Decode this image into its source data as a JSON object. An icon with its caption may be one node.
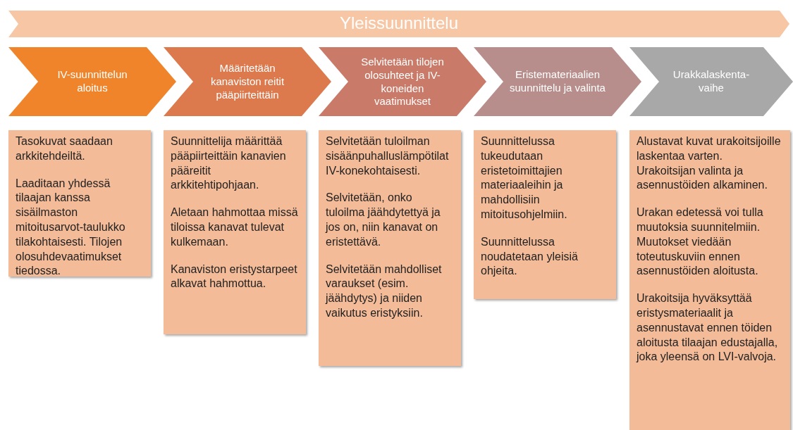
{
  "diagram": {
    "nodes": [
      {
        "text": [
          "Yleissuunnittelu"
        ]
      },
      {
        "text": [
          "IV-suunnittelun aloitus"
        ]
      },
      {
        "text": [
          "Määritetään kanaviston reitit pääpiirteittäin"
        ]
      },
      {
        "text": [
          "Selvitetään tilojen olosuhteet ja IV-koneiden vaatimukset"
        ]
      },
      {
        "text": [
          "Eristemateriaalien suunnittelu ja valinta"
        ]
      },
      {
        "text": [
          "Urakkalaskenta-vaihe"
        ]
      },
      {
        "text": [
          "Tasokuvat saadaan arkkitehdeiltä.",
          "Laaditaan yhdessä tilaajan kanssa sisäilmaston mitoitusarvot-taulukko tilakohtaisesti. Tilojen olosuhdevaatimukset tiedossa."
        ]
      },
      {
        "text": [
          "Suunnittelija määrittää pääpiirteittäin kanavien pääreitit arkkitehtipohjaan.",
          "Aletaan hahmottaa missä tiloissa kanavat tulevat kulkemaan.",
          "Kanaviston eristystarpeet alkavat hahmottua."
        ]
      },
      {
        "text": [
          "Selvitetään tuloilman sisäänpuhalluslämpötilat IV-konekohtaisesti.",
          "Selvitetään, onko tuloilma jäähdytettyä ja jos on, niin kanavat on eristettävä.",
          "Selvitetään mahdolliset varaukset (esim. jäähdytys) ja niiden vaikutus eristyksiin."
        ]
      },
      {
        "text": [
          "Suunnittelussa tukeudutaan eristetoimittajien materiaaleihin ja mahdollisiin mitoitusohjelmiin.",
          "Suunnittelussa noudatetaan yleisiä ohjeita."
        ]
      },
      {
        "text": [
          "Alustavat kuvat urakoitsijoille laskentaa varten.",
          "Urakoitsijan valinta ja asennustöiden alkaminen.",
          "Urakan edetessä voi tulla muutoksia suunnitelmiin. Muutokset viedään toteutuskuviin ennen asennustöiden aloitusta.",
          "Urakoitsija hyväksyttää eristysmateriaalit ja asennustavat ennen töiden aloitusta tilaajan edustajalla, joka yleensä on LVI-valvoja."
        ]
      }
    ]
  }
}
